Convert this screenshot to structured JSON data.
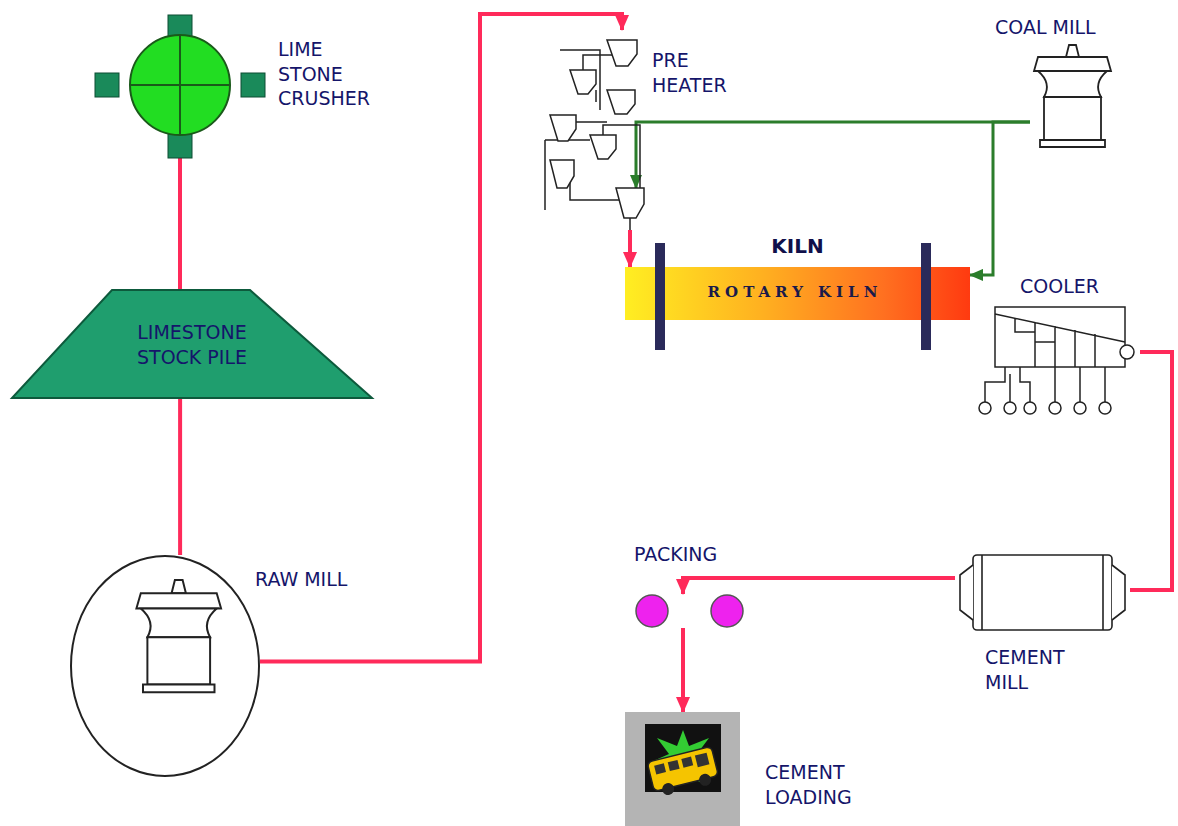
{
  "diagram": {
    "nodes": [
      {
        "text": [
          "LIME STONE CRUSHER"
        ]
      },
      {
        "text": [
          "LIMESTONE STOCK PILE"
        ]
      },
      {
        "text": [
          "RAW MILL"
        ]
      },
      {
        "text": [
          "PRE HEATER"
        ]
      },
      {
        "text": [
          "COAL MILL"
        ]
      },
      {
        "text": [
          "KILN",
          "ROTARY KILN"
        ]
      },
      {
        "text": [
          "COOLER"
        ]
      },
      {
        "text": [
          "CEMENT MILL"
        ]
      },
      {
        "text": [
          "PACKING"
        ]
      },
      {
        "text": [
          "CEMENT LOADING"
        ]
      }
    ],
    "edges": [
      {
        "from": 0,
        "to": 1,
        "arrow": "none"
      },
      {
        "from": 1,
        "to": 2,
        "arrow": "none"
      },
      {
        "from": 2,
        "to": 3,
        "arrow": "to"
      },
      {
        "from": 3,
        "to": 5,
        "arrow": "to"
      },
      {
        "from": 4,
        "to": 3,
        "arrow": "to"
      },
      {
        "from": 4,
        "to": 5,
        "arrow": "to"
      },
      {
        "from": 6,
        "to": 7,
        "arrow": "none"
      },
      {
        "from": 7,
        "to": 8,
        "arrow": "to"
      },
      {
        "from": 8,
        "to": 9,
        "arrow": "to"
      }
    ]
  }
}
